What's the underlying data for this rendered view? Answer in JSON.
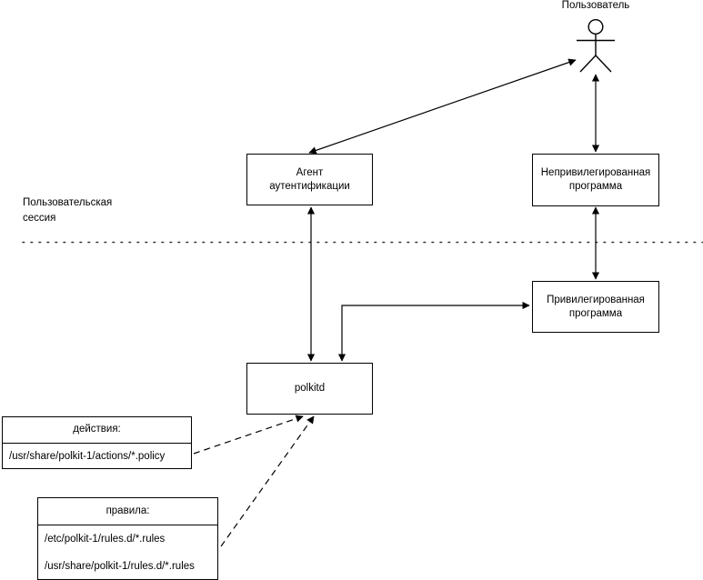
{
  "diagram": {
    "title_actor": "Пользователь",
    "session_label": "Пользовательская\nсессия",
    "nodes": {
      "auth_agent": {
        "line1": "Агент",
        "line2": "аутентификации"
      },
      "unprivileged": {
        "line1": "Непривилегированная",
        "line2": "программа"
      },
      "privileged": {
        "line1": "Привилегированная",
        "line2": "программа"
      },
      "polkitd": {
        "line1": "polkitd"
      }
    },
    "actions_box": {
      "header": "действия:",
      "rows": [
        "/usr/share/polkit-1/actions/*.policy"
      ]
    },
    "rules_box": {
      "header": "правила:",
      "rows": [
        "/etc/polkit-1/rules.d/*.rules",
        "/usr/share/polkit-1/rules.d/*.rules"
      ]
    },
    "colors": {
      "stroke": "#000000",
      "background": "#ffffff",
      "dotted_line": "#333333"
    }
  }
}
